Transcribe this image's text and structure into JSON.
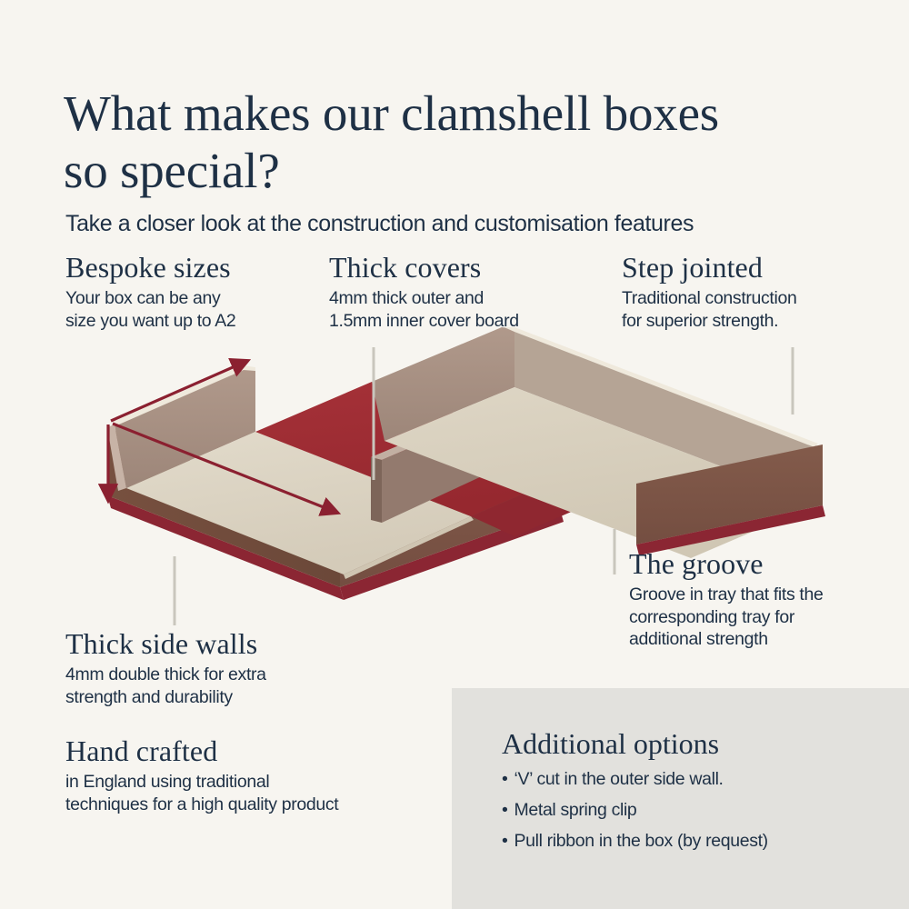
{
  "page": {
    "background_color": "#f7f5f0",
    "text_color": "#1e3045"
  },
  "header": {
    "headline_line1": "What makes our clamshell boxes",
    "headline_line2": "so special?",
    "subtitle": "Take a closer look at the construction and customisation features"
  },
  "callouts": {
    "bespoke_sizes": {
      "title": "Bespoke sizes",
      "body_line1": "Your box can be any",
      "body_line2": "size you want up to A2"
    },
    "thick_covers": {
      "title": "Thick covers",
      "body_line1": "4mm thick outer and",
      "body_line2": "1.5mm inner cover board"
    },
    "step_jointed": {
      "title": "Step jointed",
      "body_line1": "Traditional construction",
      "body_line2": "for superior strength."
    },
    "thick_side_walls": {
      "title": "Thick side walls",
      "body_line1": "4mm double thick for extra",
      "body_line2": "strength and durability"
    },
    "hand_crafted": {
      "title": "Hand crafted",
      "body_line1": "in England using traditional",
      "body_line2": "techniques for a high quality product"
    },
    "the_groove": {
      "title": "The groove",
      "body_line1": "Groove in tray that fits the",
      "body_line2": "corresponding tray for",
      "body_line3": "additional strength"
    }
  },
  "options_panel": {
    "title": "Additional options",
    "background_color": "#e2e1dd",
    "items": [
      "‘V’ cut in the outer side wall.",
      "Metal spring clip",
      "Pull ribbon in the box (by request)"
    ]
  },
  "illustration": {
    "name": "clamshell-box-isometric",
    "colors": {
      "outer_wall_front": "#7d5647",
      "outer_wall_side": "#6f4c3f",
      "inner_wall": "#9c8279",
      "inner_wall_light": "#b3a194",
      "inner_wall_back": "#a2907f",
      "tray_floor": "#ddd5c5",
      "tray_floor_shade": "#d3cab8",
      "edge_red": "#8b2633",
      "groove_red": "#9e2e34",
      "cover_edge": "#efe9dc"
    },
    "dimension_arrows": {
      "color": "#8b2030",
      "description": "Arrows indicating bespoke width, depth and height of the tray"
    },
    "leader_line_color": "#c9c6bd"
  }
}
